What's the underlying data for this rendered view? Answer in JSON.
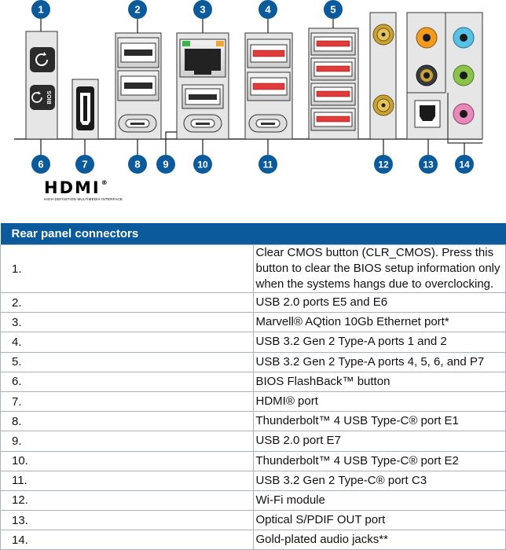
{
  "callouts": [
    "1",
    "2",
    "3",
    "4",
    "5",
    "6",
    "7",
    "8",
    "9",
    "10",
    "11",
    "12",
    "13",
    "14"
  ],
  "icons": {
    "port_colors": {
      "usb3_red": "#e03a3a",
      "callout_blue": "#0a5a9c",
      "gold": "#c8a236",
      "audio_orange": "#f29a1e",
      "audio_blue": "#58c2e6",
      "audio_black": "#3a3a3a",
      "audio_green": "#8bc34a",
      "audio_pink": "#e88ab8",
      "ethernet_led_green": "#3cb54a",
      "ethernet_led_orange": "#f3a533"
    }
  },
  "hdmi_logo": {
    "word": "HDMI",
    "trademark": "®",
    "tagline": "HIGH DEFINITION MULTIMEDIA INTERFACE"
  },
  "table": {
    "header": "Rear panel connectors",
    "rows": [
      {
        "num": "1.",
        "desc": "Clear CMOS button (CLR_CMOS). Press this button to clear the BIOS setup information only when the systems hangs due to overclocking."
      },
      {
        "num": "2.",
        "desc": "USB 2.0 ports E5 and E6"
      },
      {
        "num": "3.",
        "desc": "Marvell® AQtion 10Gb Ethernet port*"
      },
      {
        "num": "4.",
        "desc": "USB 3.2 Gen 2 Type-A ports 1 and 2"
      },
      {
        "num": "5.",
        "desc": "USB 3.2 Gen 2 Type-A ports 4, 5, 6, and P7"
      },
      {
        "num": "6.",
        "desc": "BIOS FlashBack™ button"
      },
      {
        "num": "7.",
        "desc": "HDMI® port"
      },
      {
        "num": "8.",
        "desc": "Thunderbolt™ 4 USB Type-C® port E1"
      },
      {
        "num": "9.",
        "desc": "USB 2.0 port E7"
      },
      {
        "num": "10.",
        "desc": "Thunderbolt™ 4 USB Type-C® port E2"
      },
      {
        "num": "11.",
        "desc": "USB 3.2 Gen 2 Type-C® port C3"
      },
      {
        "num": "12.",
        "desc": "Wi-Fi module"
      },
      {
        "num": "13.",
        "desc": "Optical S/PDIF OUT port"
      },
      {
        "num": "14.",
        "desc": "Gold-plated audio jacks**"
      }
    ]
  },
  "bios_button_label": "BIOS"
}
